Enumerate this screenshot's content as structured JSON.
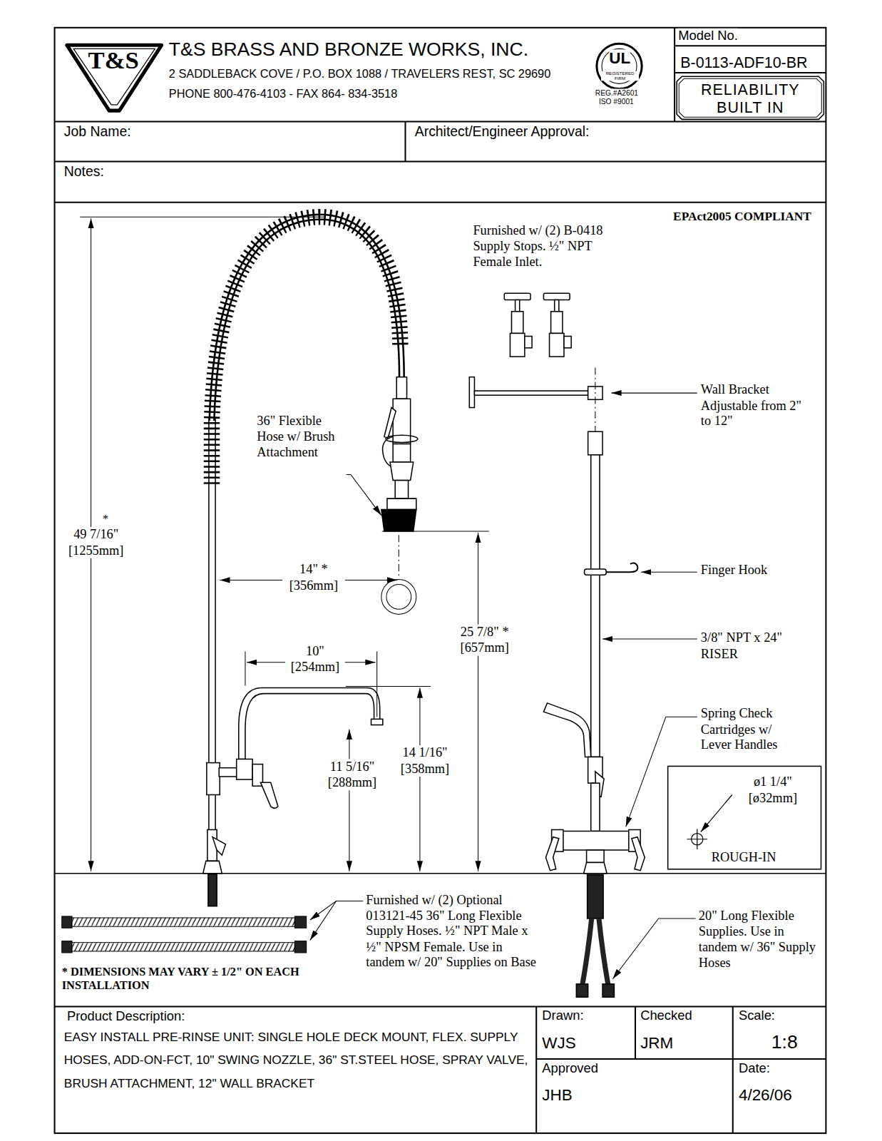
{
  "diagram": {
    "nodes": [
      {
        "text": [
          "T&S"
        ]
      },
      {
        "text": [
          "RELIABILITY BUILT IN"
        ]
      },
      {
        "text": [
          "ø1 1/4\" [ø32mm]",
          "ROUGH-IN"
        ]
      }
    ],
    "labels": [
      "T&S BRASS AND BRONZE WORKS, INC.",
      "2 SADDLEBACK COVE / P.O. BOX 1088 / TRAVELERS REST, SC 29690",
      "PHONE 800-476-4103 - FAX 864- 834-3518",
      "REG.#A2601",
      "ISO #9001",
      "Model No.",
      "B-0113-ADF10-BR",
      "Job Name:",
      "Architect/Engineer Approval:",
      "Notes:",
      "EPAct2005 COMPLIANT",
      "Furnished w/ (2) B-0418 Supply Stops. ½\" NPT Female Inlet.",
      "Wall Bracket Adjustable from 2\" to 12\"",
      "36\" Flexible Hose w/ Brush Attachment",
      "*",
      "49 7/16\" [1255mm]",
      "14\" * [356mm]",
      "25 7/8\" * [657mm]",
      "10\" [254mm]",
      "11 5/16\" [288mm]",
      "14 1/16\" [358mm]",
      "Finger Hook",
      "3/8\" NPT x 24\" RISER",
      "Spring Check Cartridges w/ Lever Handles",
      "Furnished w/ (2) Optional 013121-45 36\" Long Flexible Supply Hoses. ½\" NPT Male x ½\" NPSM Female. Use in tandem w/ 20\" Supplies on Base",
      "20\" Long Flexible Supplies. Use in tandem w/ 36\" Supply Hoses",
      "* DIMENSIONS MAY VARY ± 1/2\" ON EACH INSTALLATION",
      "Product Description:",
      "EASY INSTALL PRE-RINSE UNIT: SINGLE HOLE DECK MOUNT, FLEX. SUPPLY HOSES, ADD-ON-FCT, 10\" SWING NOZZLE, 36\" ST.STEEL HOSE, SPRAY VALVE, BRUSH ATTACHMENT, 12\" WALL BRACKET",
      "Drawn:",
      "WJS",
      "Checked",
      "JRM",
      "Scale:",
      "1:8",
      "Approved",
      "JHB",
      "Date:",
      "4/26/06",
      "UL",
      "REGISTERED FIRM"
    ]
  }
}
